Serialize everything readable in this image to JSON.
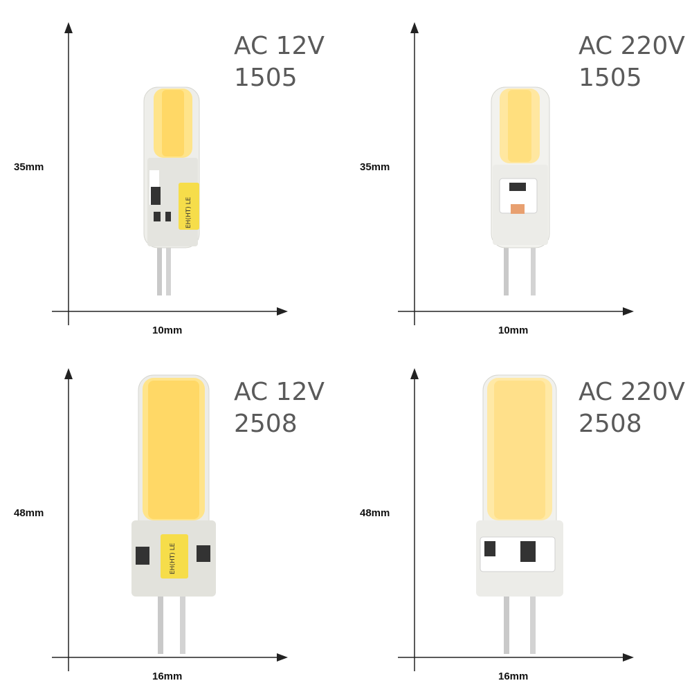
{
  "panels": [
    {
      "voltage": "AC 12V",
      "model": "1505",
      "height_label": "35mm",
      "width_label": "10mm",
      "size": "small",
      "driver": "12v"
    },
    {
      "voltage": "AC 220V",
      "model": "1505",
      "height_label": "35mm",
      "width_label": "10mm",
      "size": "small",
      "driver": "220v"
    },
    {
      "voltage": "AC 12V",
      "model": "2508",
      "height_label": "48mm",
      "width_label": "16mm",
      "size": "large",
      "driver": "12v"
    },
    {
      "voltage": "AC 220V",
      "model": "2508",
      "height_label": "48mm",
      "width_label": "16mm",
      "size": "large",
      "driver": "220v"
    }
  ],
  "colors": {
    "led_yellow": "#ffe48a",
    "led_core": "#ffd866",
    "axis": "#222222",
    "title_text": "#5a5a5a",
    "silicone": "#e6e6e2",
    "pin": "#cfcfcf",
    "chip_label": "#f6dd4a"
  },
  "icons": [
    "axis-arrow-up-icon",
    "axis-arrow-right-icon"
  ]
}
